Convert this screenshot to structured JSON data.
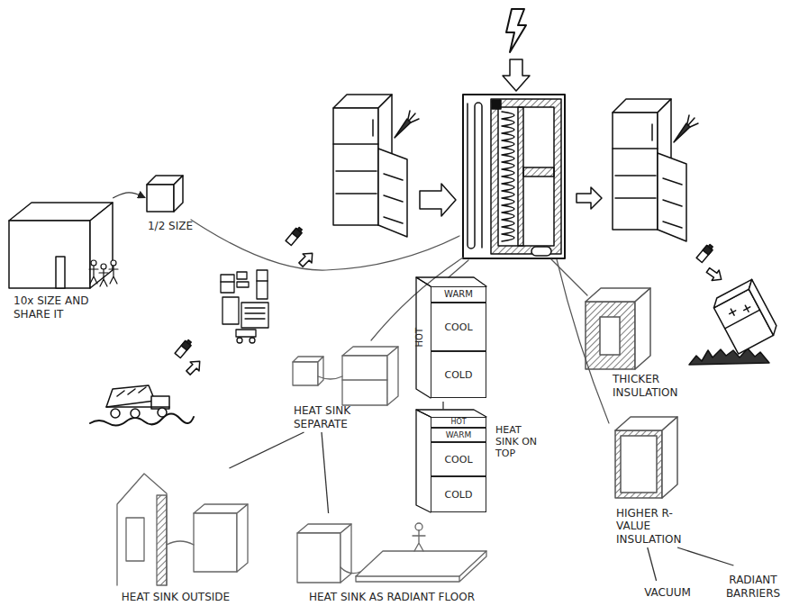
{
  "diagram": {
    "nodes": [
      {
        "text": [
          "1/2 SIZE"
        ]
      },
      {
        "text": [
          "10x SIZE AND SHARE IT"
        ]
      },
      {
        "text": [
          "HOT"
        ]
      },
      {
        "text": [
          "WARM"
        ],
        "in": 2
      },
      {
        "text": [
          "COOL"
        ],
        "in": 2
      },
      {
        "text": [
          "COLD"
        ],
        "in": 2
      },
      {
        "text": [
          "THICKER INSULATION"
        ]
      },
      {
        "text": [
          "HEAT SINK ON TOP"
        ]
      },
      {
        "text": [
          "HOT"
        ],
        "in": 7
      },
      {
        "text": [
          "WARM"
        ],
        "in": 7
      },
      {
        "text": [
          "COOL"
        ],
        "in": 7
      },
      {
        "text": [
          "COLD"
        ],
        "in": 7
      },
      {
        "text": [
          "HEAT SINK SEPARATE"
        ]
      },
      {
        "text": [
          "HIGHER R-VALUE INSULATION"
        ]
      },
      {
        "text": [
          "HEAT SINK OUTSIDE"
        ]
      },
      {
        "text": [
          "HEAT SINK AS RADIANT FLOOR"
        ]
      },
      {
        "text": [
          "VACUUM"
        ]
      },
      {
        "text": [
          "RADIANT BARRIERS"
        ]
      }
    ],
    "edges": [
      {
        "from": 1,
        "to": 0,
        "arrow": "to"
      },
      {
        "from": 2,
        "to": 7,
        "arrow": "none"
      },
      {
        "from": 12,
        "to": 14,
        "arrow": "none"
      },
      {
        "from": 12,
        "to": 15,
        "arrow": "none"
      },
      {
        "from": 13,
        "to": 16,
        "arrow": "none"
      },
      {
        "from": 13,
        "to": 17,
        "arrow": "none"
      }
    ]
  }
}
